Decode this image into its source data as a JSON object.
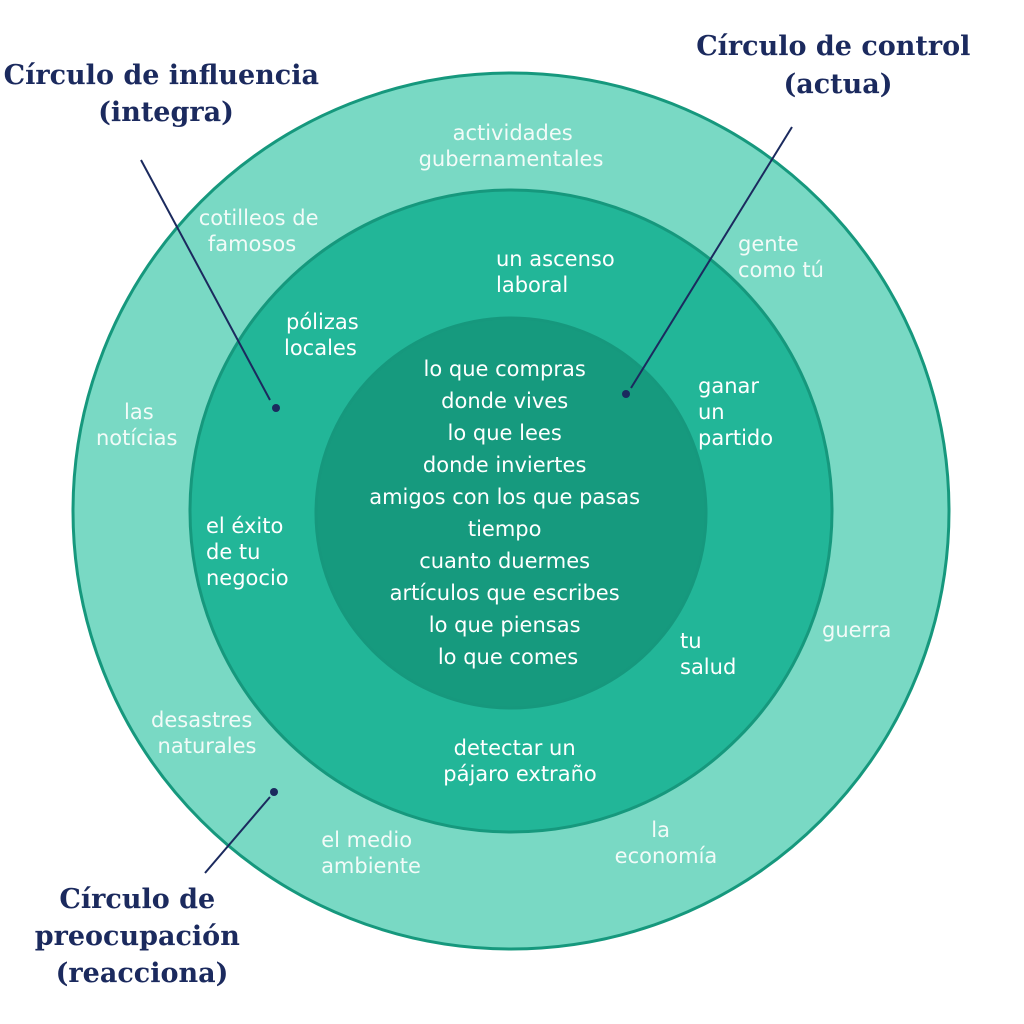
{
  "colors": {
    "outer_ring": "#79d9c4",
    "middle_ring": "#22b698",
    "inner_circle": "#169a7e",
    "ring_stroke": "#16987d",
    "callout_text": "#1b2a5e",
    "leader_line": "#1b2a5e"
  },
  "labels": {
    "influence": [
      "Círculo de influencia",
      "(integra)"
    ],
    "control": [
      "Círculo de control",
      "(actua)"
    ],
    "concern": [
      "Círculo de",
      "preocupación",
      "(reacciona)"
    ]
  },
  "inner": {
    "lines": [
      "lo que compras",
      "donde vives",
      "lo que lees",
      "donde inviertes",
      "amigos con los que pasas",
      "tiempo",
      "cuanto duermes",
      "artículos que escribes",
      "lo que piensas",
      "lo que comes"
    ]
  },
  "middle": {
    "ascenso": [
      "un ascenso",
      "laboral"
    ],
    "polizas": [
      "pólizas",
      "locales"
    ],
    "partido": [
      "ganar",
      "un",
      "partido"
    ],
    "exito": [
      "el éxito",
      "de tu",
      "negocio"
    ],
    "salud": [
      "tu",
      "salud"
    ],
    "pajaro": [
      "detectar un",
      "pájaro extraño"
    ]
  },
  "outer": {
    "actividades": [
      "actividades",
      "gubernamentales"
    ],
    "cotilleos": [
      "cotilleos de",
      "famosos"
    ],
    "gente": [
      "gente",
      "como tú"
    ],
    "noticias": [
      "las",
      "notícias"
    ],
    "guerra": [
      "guerra"
    ],
    "desastres": [
      "desastres",
      "naturales"
    ],
    "medio": [
      "el medio",
      "ambiente"
    ],
    "economia": [
      "la",
      "economía"
    ]
  }
}
